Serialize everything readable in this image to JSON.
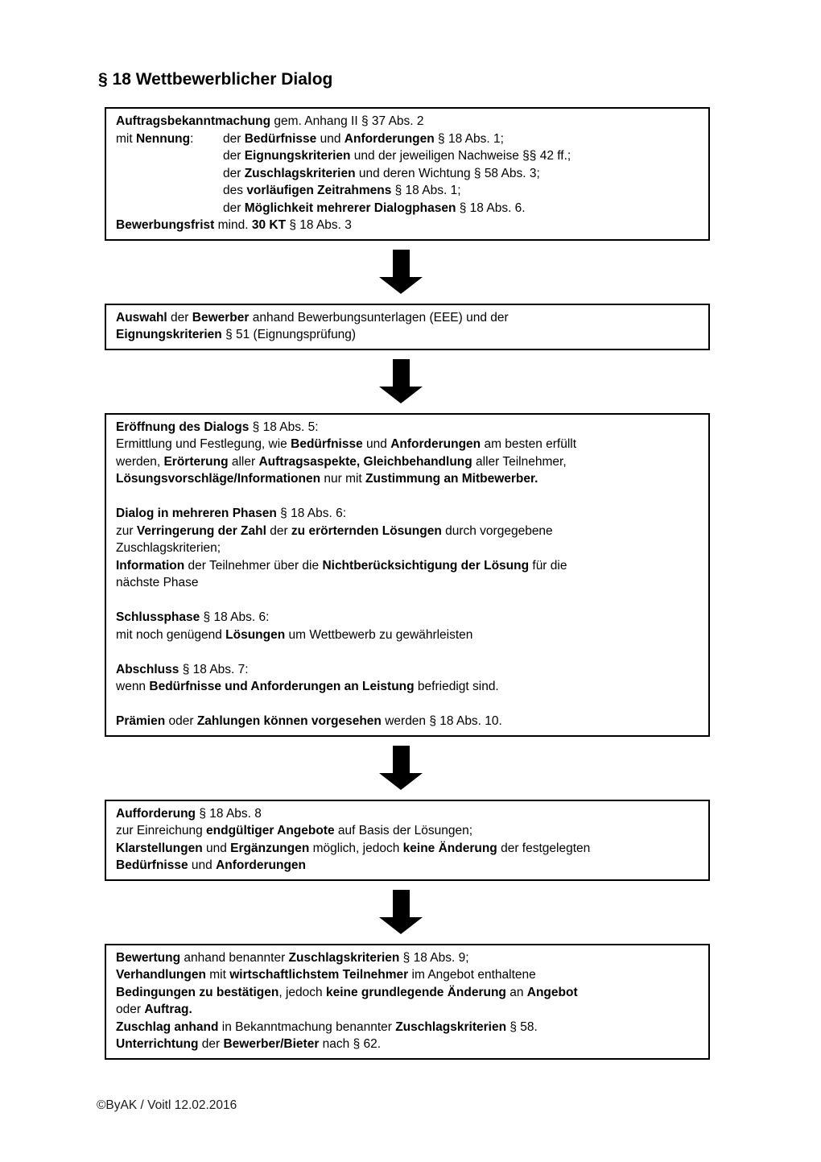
{
  "page": {
    "title": "§ 18 Wettbewerblicher Dialog",
    "footer": "©ByAK / Voitl 12.02.2016",
    "text_color": "#000000",
    "background_color": "#ffffff",
    "box_border_color": "#000000",
    "arrow_color": "#000000"
  },
  "boxes": [
    {
      "name": "auftragsbekanntmachung",
      "lines": [
        {
          "segments": [
            {
              "t": "Auftragsbekanntmachung",
              "b": true
            },
            {
              "t": " gem. Anhang II § 37 Abs. 2"
            }
          ]
        },
        {
          "indent": 133,
          "hang": [
            {
              "t": "mit "
            },
            {
              "t": "Nennung",
              "b": true
            },
            {
              "t": ":"
            }
          ],
          "segments": [
            {
              "t": "der "
            },
            {
              "t": "Bedürfnisse",
              "b": true
            },
            {
              "t": " und "
            },
            {
              "t": "Anforderungen",
              "b": true
            },
            {
              "t": " § 18 Abs. 1;"
            }
          ]
        },
        {
          "indent": 133,
          "segments": [
            {
              "t": "der "
            },
            {
              "t": "Eignungskriterien",
              "b": true
            },
            {
              "t": " und der jeweiligen Nachweise §§ 42 ff.;"
            }
          ]
        },
        {
          "indent": 133,
          "segments": [
            {
              "t": "der "
            },
            {
              "t": "Zuschlagskriterien",
              "b": true
            },
            {
              "t": " und deren Wichtung § 58 Abs. 3;"
            }
          ]
        },
        {
          "indent": 133,
          "segments": [
            {
              "t": "des "
            },
            {
              "t": "vorläufigen Zeitrahmens",
              "b": true
            },
            {
              "t": " § 18 Abs. 1;"
            }
          ]
        },
        {
          "indent": 133,
          "segments": [
            {
              "t": "der "
            },
            {
              "t": "Möglichkeit mehrerer Dialogphasen",
              "b": true
            },
            {
              "t": " § 18 Abs. 6."
            }
          ]
        },
        {
          "segments": [
            {
              "t": "Bewerbungsfrist",
              "b": true
            },
            {
              "t": " mind. "
            },
            {
              "t": "30 KT",
              "b": true
            },
            {
              "t": " § 18 Abs. 3"
            }
          ]
        }
      ]
    },
    {
      "name": "auswahl",
      "lines": [
        {
          "segments": [
            {
              "t": "Auswahl",
              "b": true
            },
            {
              "t": " der "
            },
            {
              "t": "Bewerber",
              "b": true
            },
            {
              "t": " anhand Bewerbungsunterlagen (EEE) und der"
            }
          ]
        },
        {
          "segments": [
            {
              "t": "Eignungskriterien",
              "b": true
            },
            {
              "t": " § 51 (Eignungsprüfung)"
            }
          ]
        }
      ]
    },
    {
      "name": "eroeffnung-des-dialogs",
      "lines": [
        {
          "segments": [
            {
              "t": "Eröffnung des Dialogs",
              "b": true
            },
            {
              "t": " § 18 Abs. 5:"
            }
          ]
        },
        {
          "segments": [
            {
              "t": "Ermittlung und Festlegung, wie "
            },
            {
              "t": "Bedürfnisse",
              "b": true
            },
            {
              "t": " und "
            },
            {
              "t": "Anforderungen",
              "b": true
            },
            {
              "t": " am besten erfüllt"
            }
          ]
        },
        {
          "segments": [
            {
              "t": "werden, "
            },
            {
              "t": "Erörterung",
              "b": true
            },
            {
              "t": " aller "
            },
            {
              "t": "Auftragsaspekte, Gleichbehandlung",
              "b": true
            },
            {
              "t": " aller Teilnehmer,"
            }
          ]
        },
        {
          "segments": [
            {
              "t": "Lösungsvorschläge/Informationen",
              "b": true
            },
            {
              "t": " nur mit "
            },
            {
              "t": "Zustimmung an Mitbewerber.",
              "b": true
            }
          ]
        },
        {
          "segments": []
        },
        {
          "segments": [
            {
              "t": "Dialog in mehreren Phasen",
              "b": true
            },
            {
              "t": " § 18 Abs. 6:"
            }
          ]
        },
        {
          "segments": [
            {
              "t": "zur "
            },
            {
              "t": "Verringerung der Zahl",
              "b": true
            },
            {
              "t": " der "
            },
            {
              "t": "zu erörternden Lösungen",
              "b": true
            },
            {
              "t": " durch vorgegebene"
            }
          ]
        },
        {
          "segments": [
            {
              "t": "Zuschlagskriterien;"
            }
          ]
        },
        {
          "segments": [
            {
              "t": "Information",
              "b": true
            },
            {
              "t": " der Teilnehmer über die "
            },
            {
              "t": "Nichtberücksichtigung der Lösung",
              "b": true
            },
            {
              "t": " für die"
            }
          ]
        },
        {
          "segments": [
            {
              "t": "nächste Phase"
            }
          ]
        },
        {
          "segments": []
        },
        {
          "segments": [
            {
              "t": "Schlussphase",
              "b": true
            },
            {
              "t": " § 18 Abs. 6:"
            }
          ]
        },
        {
          "segments": [
            {
              "t": "mit noch genügend "
            },
            {
              "t": "Lösungen",
              "b": true
            },
            {
              "t": " um Wettbewerb zu gewährleisten"
            }
          ]
        },
        {
          "segments": []
        },
        {
          "segments": [
            {
              "t": "Abschluss",
              "b": true
            },
            {
              "t": " § 18 Abs. 7:"
            }
          ]
        },
        {
          "segments": [
            {
              "t": "wenn "
            },
            {
              "t": "Bedürfnisse und Anforderungen an Leistung",
              "b": true
            },
            {
              "t": " befriedigt sind."
            }
          ]
        },
        {
          "segments": []
        },
        {
          "segments": [
            {
              "t": "Prämien",
              "b": true
            },
            {
              "t": " oder "
            },
            {
              "t": "Zahlungen können vorgesehen",
              "b": true
            },
            {
              "t": " werden § 18 Abs. 10."
            }
          ]
        }
      ]
    },
    {
      "name": "aufforderung",
      "lines": [
        {
          "segments": [
            {
              "t": "Aufforderung",
              "b": true
            },
            {
              "t": " § 18 Abs. 8"
            }
          ]
        },
        {
          "segments": [
            {
              "t": "zur Einreichung "
            },
            {
              "t": "endgültiger Angebote",
              "b": true
            },
            {
              "t": " auf Basis der Lösungen;"
            }
          ]
        },
        {
          "segments": [
            {
              "t": "Klarstellungen",
              "b": true
            },
            {
              "t": " und "
            },
            {
              "t": "Ergänzungen",
              "b": true
            },
            {
              "t": " möglich, jedoch "
            },
            {
              "t": "keine Änderung",
              "b": true
            },
            {
              "t": " der festgelegten"
            }
          ]
        },
        {
          "segments": [
            {
              "t": "Bedürfnisse",
              "b": true
            },
            {
              "t": " und "
            },
            {
              "t": "Anforderungen",
              "b": true
            }
          ]
        }
      ]
    },
    {
      "name": "bewertung",
      "lines": [
        {
          "segments": [
            {
              "t": "Bewertung",
              "b": true
            },
            {
              "t": " anhand benannter "
            },
            {
              "t": "Zuschlagskriterien",
              "b": true
            },
            {
              "t": " § 18 Abs. 9;"
            }
          ]
        },
        {
          "segments": [
            {
              "t": "Verhandlungen",
              "b": true
            },
            {
              "t": " mit "
            },
            {
              "t": "wirtschaftlichstem Teilnehmer",
              "b": true
            },
            {
              "t": " im Angebot enthaltene"
            }
          ]
        },
        {
          "segments": [
            {
              "t": "Bedingungen zu bestätigen",
              "b": true
            },
            {
              "t": ", jedoch "
            },
            {
              "t": "keine grundlegende Änderung",
              "b": true
            },
            {
              "t": " an "
            },
            {
              "t": "Angebot",
              "b": true
            }
          ]
        },
        {
          "segments": [
            {
              "t": "oder "
            },
            {
              "t": "Auftrag.",
              "b": true
            }
          ]
        },
        {
          "segments": [
            {
              "t": "Zuschlag anhand",
              "b": true
            },
            {
              "t": " in Bekanntmachung benannter "
            },
            {
              "t": "Zuschlagskriterien",
              "b": true
            },
            {
              "t": " § 58."
            }
          ]
        },
        {
          "segments": [
            {
              "t": "Unterrichtung",
              "b": true
            },
            {
              "t": " der "
            },
            {
              "t": "Bewerber/Bieter",
              "b": true
            },
            {
              "t": " nach § 62."
            }
          ]
        }
      ]
    }
  ]
}
